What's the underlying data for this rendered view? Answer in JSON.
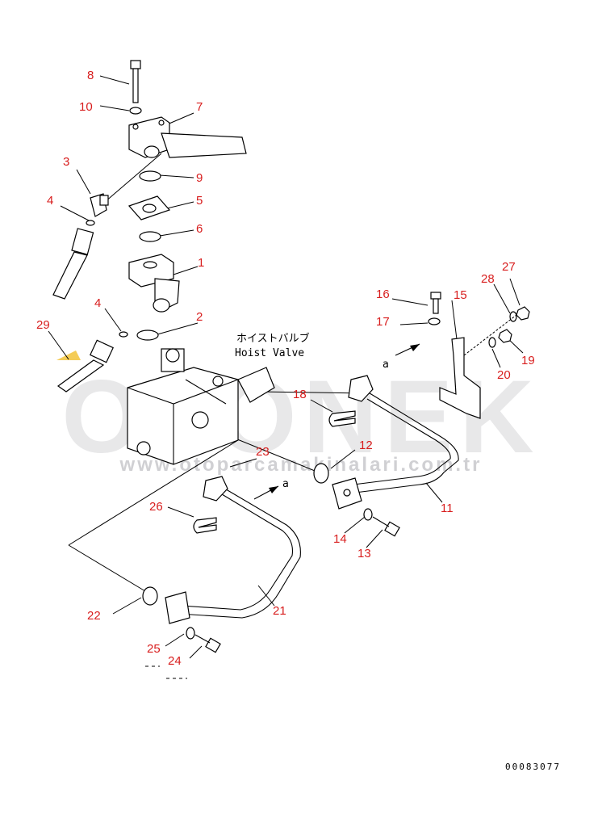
{
  "diagram": {
    "watermark": {
      "logo": "OTONEK",
      "url": "www.otoparcamakinalari.com.tr"
    },
    "hoist_label_jp": "ホイストバルブ",
    "hoist_label_en": "Hoist Valve",
    "arrow_label": "a",
    "drawing_code": "00083077",
    "part_numbers": [
      "1",
      "2",
      "3",
      "4",
      "4",
      "5",
      "6",
      "7",
      "8",
      "9",
      "10",
      "11",
      "12",
      "13",
      "14",
      "15",
      "16",
      "17",
      "18",
      "19",
      "20",
      "21",
      "22",
      "23",
      "24",
      "25",
      "26",
      "27",
      "28",
      "29"
    ]
  }
}
